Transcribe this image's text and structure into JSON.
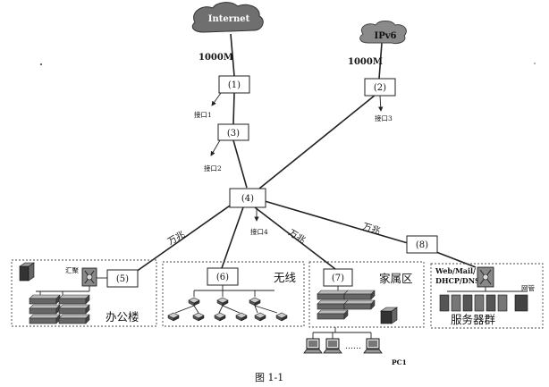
{
  "clouds": {
    "internet": "Internet",
    "ipv6": "IPv6"
  },
  "bandwidth": {
    "internet_link": "1000M",
    "ipv6_link": "1000M"
  },
  "devices": {
    "d1": "(1)",
    "d2": "(2)",
    "d3": "(3)",
    "d4": "(4)",
    "d5": "(5)",
    "d6": "(6)",
    "d7": "(7)",
    "d8": "(8)"
  },
  "interfaces": {
    "if1": "接口1",
    "if2": "接口2",
    "if3": "接口3",
    "if4": "接口4"
  },
  "links": {
    "office": "万兆",
    "family": "万兆",
    "server": "万兆"
  },
  "zones": {
    "office": "办公楼",
    "wireless": "无线",
    "family": "家属区",
    "servers": "服务器群"
  },
  "labels": {
    "aggregation": "汇聚",
    "web_mail_line1": "Web/Mail/",
    "web_mail_line2": "DHCP/DNS",
    "netmgmt": "网管",
    "pc1": "PC1",
    "ellipsis": "……",
    "caption": "图 1-1"
  },
  "icons": {
    "cloud": "cloud-icon",
    "switch": "switch-icon",
    "server": "server-icon",
    "access_point": "access-point-icon",
    "pc": "pc-icon",
    "arrow": "arrow-icon"
  }
}
